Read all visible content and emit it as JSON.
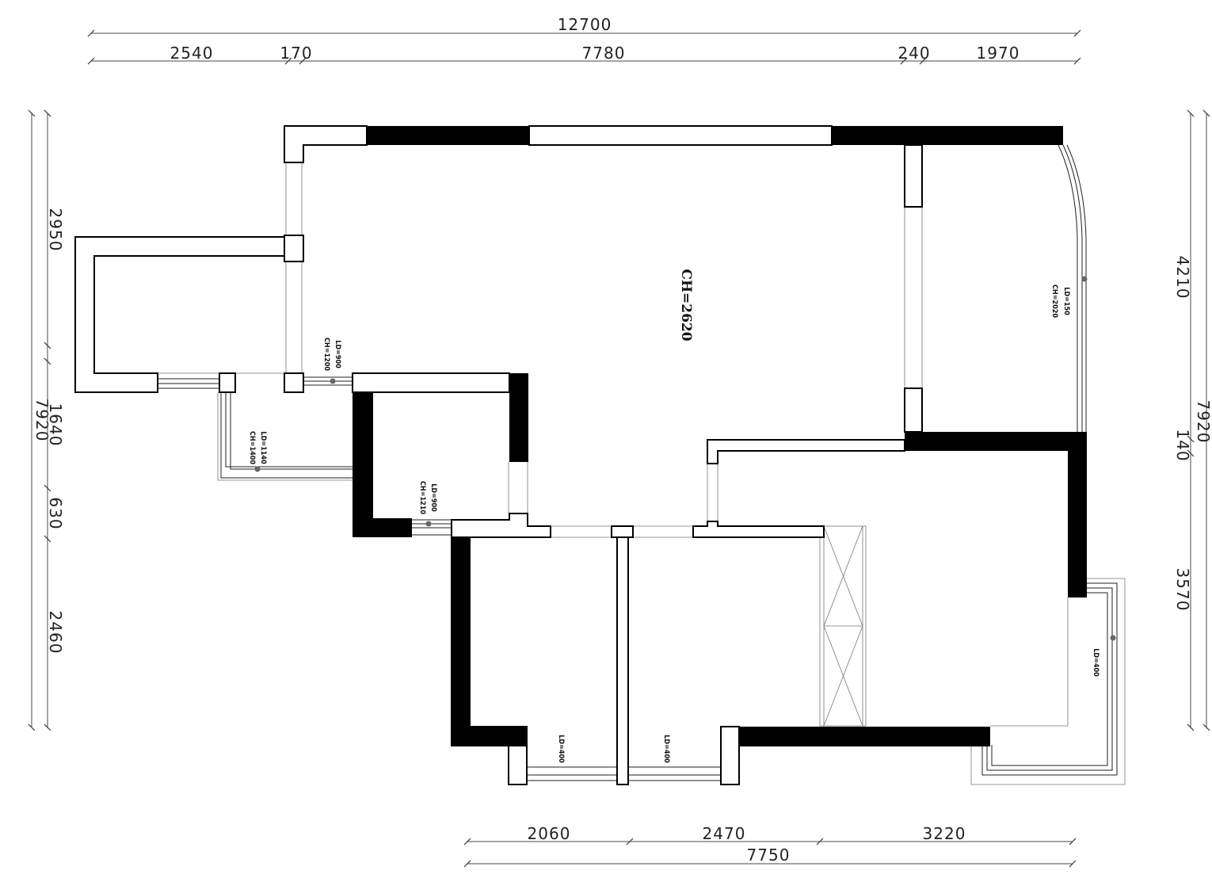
{
  "dimensions": {
    "top_total": "12700",
    "top_segments": [
      "2540",
      "170",
      "7780",
      "240",
      "1970"
    ],
    "left_total": "7920",
    "left_segments": [
      "2950",
      "1640",
      "630",
      "2460"
    ],
    "right_total": "7920",
    "right_segments": [
      "4210",
      "140",
      "3570"
    ],
    "bottom_segments": [
      "2060",
      "2470",
      "3220"
    ],
    "bottom_total": "7750"
  },
  "annotations": {
    "ceiling_height": "CH=2620",
    "bay_window_ld": "LD=150",
    "bay_window_ch": "CH=2020",
    "balcony_window_ld": "LD=900",
    "balcony_window_ch": "CH=1200",
    "left_window_ld": "LD=1140",
    "left_window_ch": "CH=1400",
    "small_room_window_ld": "LD=900",
    "small_room_window_ch": "CH=1210",
    "right_bay_ld": "LD=400",
    "bottom_window_1_ld": "LD=400",
    "bottom_window_2_ld": "LD=400"
  }
}
